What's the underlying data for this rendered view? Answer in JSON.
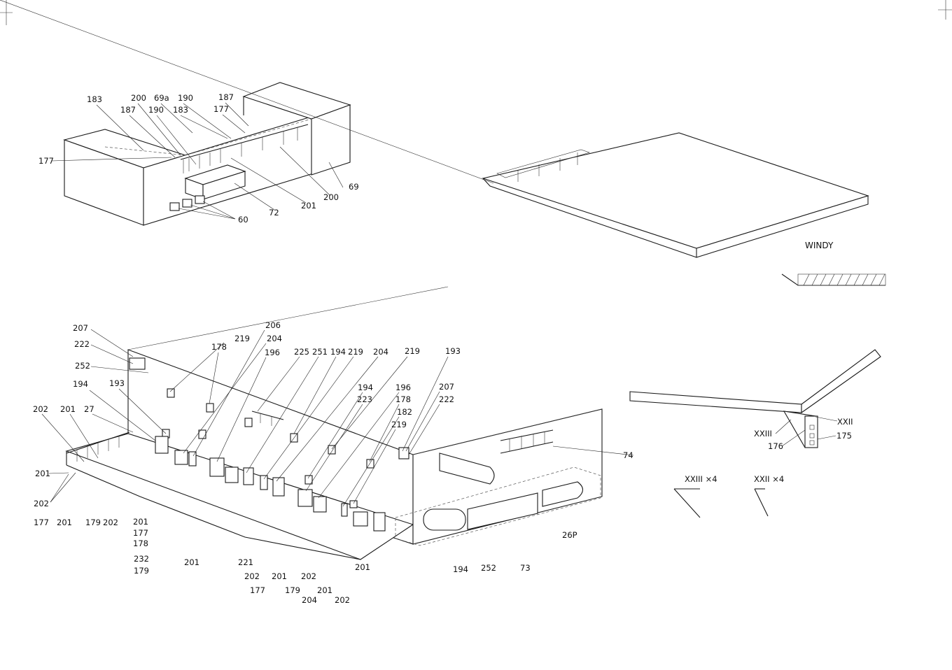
{
  "title": "WINDY",
  "labels": {
    "top_left": [
      "183",
      "200",
      "69a",
      "190",
      "187",
      "187",
      "190",
      "183",
      "177",
      "177",
      "69",
      "200",
      "201",
      "72",
      "60"
    ],
    "lower": [
      "207",
      "222",
      "252",
      "194",
      "193",
      "202",
      "201",
      "27",
      "178",
      "219",
      "206",
      "204",
      "196",
      "225",
      "251",
      "194",
      "219",
      "204",
      "219",
      "193",
      "194",
      "223",
      "196",
      "178",
      "182",
      "219",
      "207",
      "222",
      "201",
      "202",
      "177",
      "201",
      "179",
      "202",
      "201",
      "177",
      "178",
      "232",
      "179",
      "201",
      "221",
      "202",
      "177",
      "201",
      "179",
      "202",
      "204",
      "201",
      "202",
      "201",
      "194",
      "252",
      "73",
      "26P",
      "74"
    ],
    "right": [
      "XXII",
      "XXIII",
      "176",
      "175",
      "XXIII ×4",
      "XXII ×4"
    ]
  }
}
